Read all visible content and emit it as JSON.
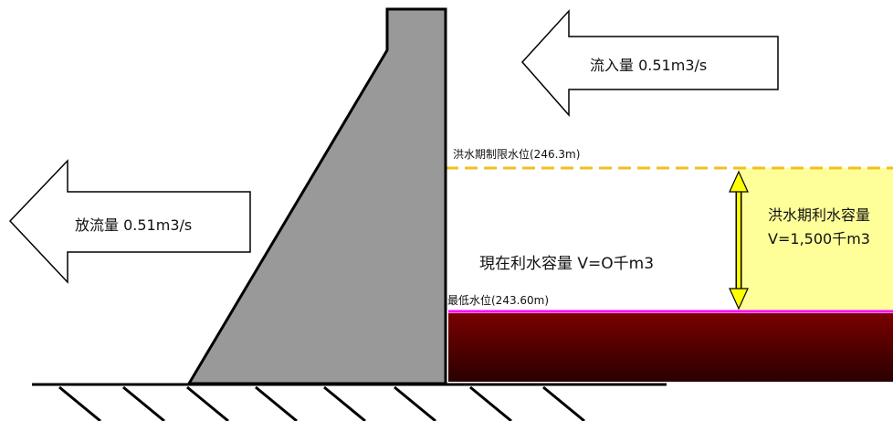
{
  "inflow": {
    "label": "流入量",
    "value": "0.51m3/s"
  },
  "outflow": {
    "label": "放流量",
    "value": "0.51m3/s"
  },
  "levels": {
    "flood_limit": "洪水期制限水位(246.3m)",
    "minimum": "最低水位(243.60m)"
  },
  "current_storage": {
    "label": "現在利水容量",
    "value": "V=O千m3"
  },
  "flood_capacity": {
    "label": "洪水期利水容量",
    "value": "V=1,500千m3"
  },
  "colors": {
    "dam": "#999999",
    "capacity_fill": "#ffff99",
    "flood_limit_line": "#f0c020",
    "minimum_line": "#ff00ff",
    "sediment_top": "#7a0000",
    "sediment_bottom": "#2a0000",
    "capacity_arrow": "#ffff00"
  }
}
